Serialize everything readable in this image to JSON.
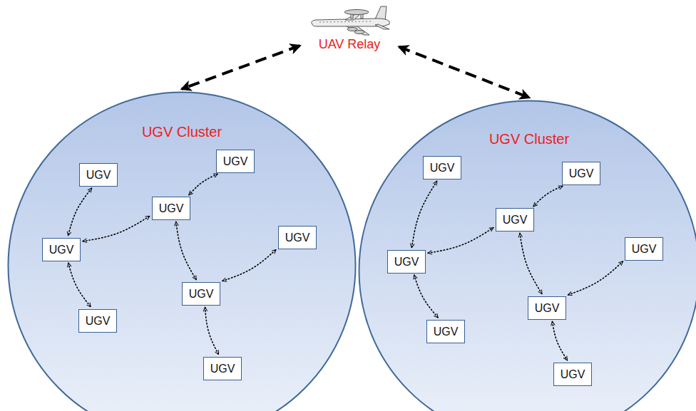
{
  "diagram": {
    "nodes": [
      {
        "text": [
          "UAV Relay"
        ]
      },
      {
        "text": [
          "UGV Cluster"
        ]
      },
      {
        "text": [
          "UGV"
        ],
        "in": 1
      },
      {
        "text": [
          "UGV"
        ],
        "in": 1
      },
      {
        "text": [
          "UGV"
        ],
        "in": 1
      },
      {
        "text": [
          "UGV"
        ],
        "in": 1
      },
      {
        "text": [
          "UGV"
        ],
        "in": 1
      },
      {
        "text": [
          "UGV"
        ],
        "in": 1
      },
      {
        "text": [
          "UGV"
        ],
        "in": 1
      },
      {
        "text": [
          "UGV"
        ],
        "in": 1
      },
      {
        "text": [
          "UGV Cluster"
        ]
      },
      {
        "text": [
          "UGV"
        ],
        "in": 10
      },
      {
        "text": [
          "UGV"
        ],
        "in": 10
      },
      {
        "text": [
          "UGV"
        ],
        "in": 10
      },
      {
        "text": [
          "UGV"
        ],
        "in": 10
      },
      {
        "text": [
          "UGV"
        ],
        "in": 10
      },
      {
        "text": [
          "UGV"
        ],
        "in": 10
      },
      {
        "text": [
          "UGV"
        ],
        "in": 10
      },
      {
        "text": [
          "UGV"
        ],
        "in": 10
      }
    ],
    "edges": [
      {
        "from": 0,
        "to": 1,
        "arrow": "both"
      },
      {
        "from": 0,
        "to": 10,
        "arrow": "both"
      },
      {
        "from": 2,
        "to": 5,
        "arrow": "both"
      },
      {
        "from": 5,
        "to": 4,
        "arrow": "both"
      },
      {
        "from": 3,
        "to": 4,
        "arrow": "both"
      },
      {
        "from": 4,
        "to": 7,
        "arrow": "both"
      },
      {
        "from": 7,
        "to": 6,
        "arrow": "both"
      },
      {
        "from": 5,
        "to": 8,
        "arrow": "both"
      },
      {
        "from": 7,
        "to": 9,
        "arrow": "both"
      },
      {
        "from": 11,
        "to": 14,
        "arrow": "both"
      },
      {
        "from": 14,
        "to": 13,
        "arrow": "both"
      },
      {
        "from": 12,
        "to": 13,
        "arrow": "both"
      },
      {
        "from": 13,
        "to": 16,
        "arrow": "both"
      },
      {
        "from": 16,
        "to": 15,
        "arrow": "both"
      },
      {
        "from": 14,
        "to": 17,
        "arrow": "both"
      },
      {
        "from": 16,
        "to": 18,
        "arrow": "both"
      }
    ]
  }
}
